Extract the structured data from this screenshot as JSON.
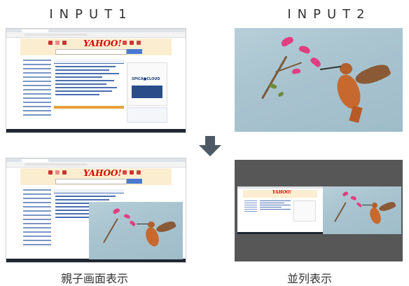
{
  "labels": {
    "input1": "INPUT1",
    "input2": "INPUT2",
    "pip": "親子画面表示",
    "side_by_side": "並列表示"
  },
  "browser": {
    "logo": "YAHOO!",
    "ad_text": "SPICA■CLOUD"
  },
  "colors": {
    "label": "#333333",
    "arrow": "#4d5a66",
    "dark_bg": "#575757",
    "logo_red": "#dd0000",
    "flower": "#e23c82"
  }
}
